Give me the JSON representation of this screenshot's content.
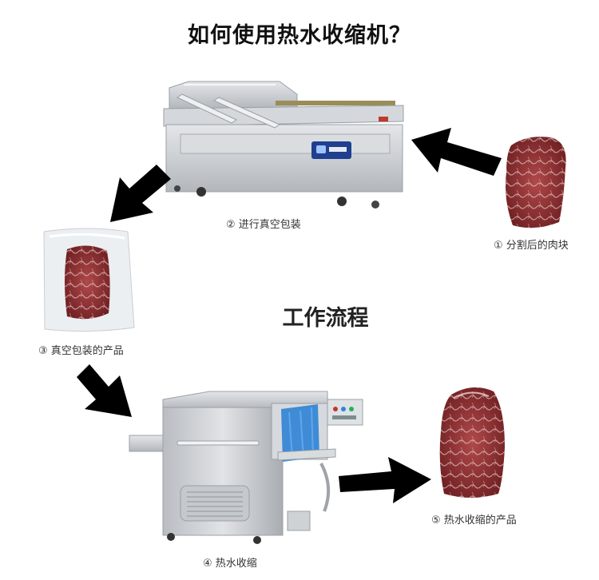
{
  "title": "如何使用热水收缩机？",
  "workflow_title": "工作流程",
  "steps": [
    {
      "label": "① 分割后的肉块"
    },
    {
      "label": "② 进行真空包装"
    },
    {
      "label": "③ 真空包装的产品"
    },
    {
      "label": "④ 热水收缩"
    },
    {
      "label": "⑤ 热水收缩的产品"
    }
  ],
  "colors": {
    "arrow": "#000000",
    "steel": "#c9ccd0",
    "meat": "#8a2a2a",
    "film": "#e9ecef",
    "curtain": "#2a7fd4"
  }
}
